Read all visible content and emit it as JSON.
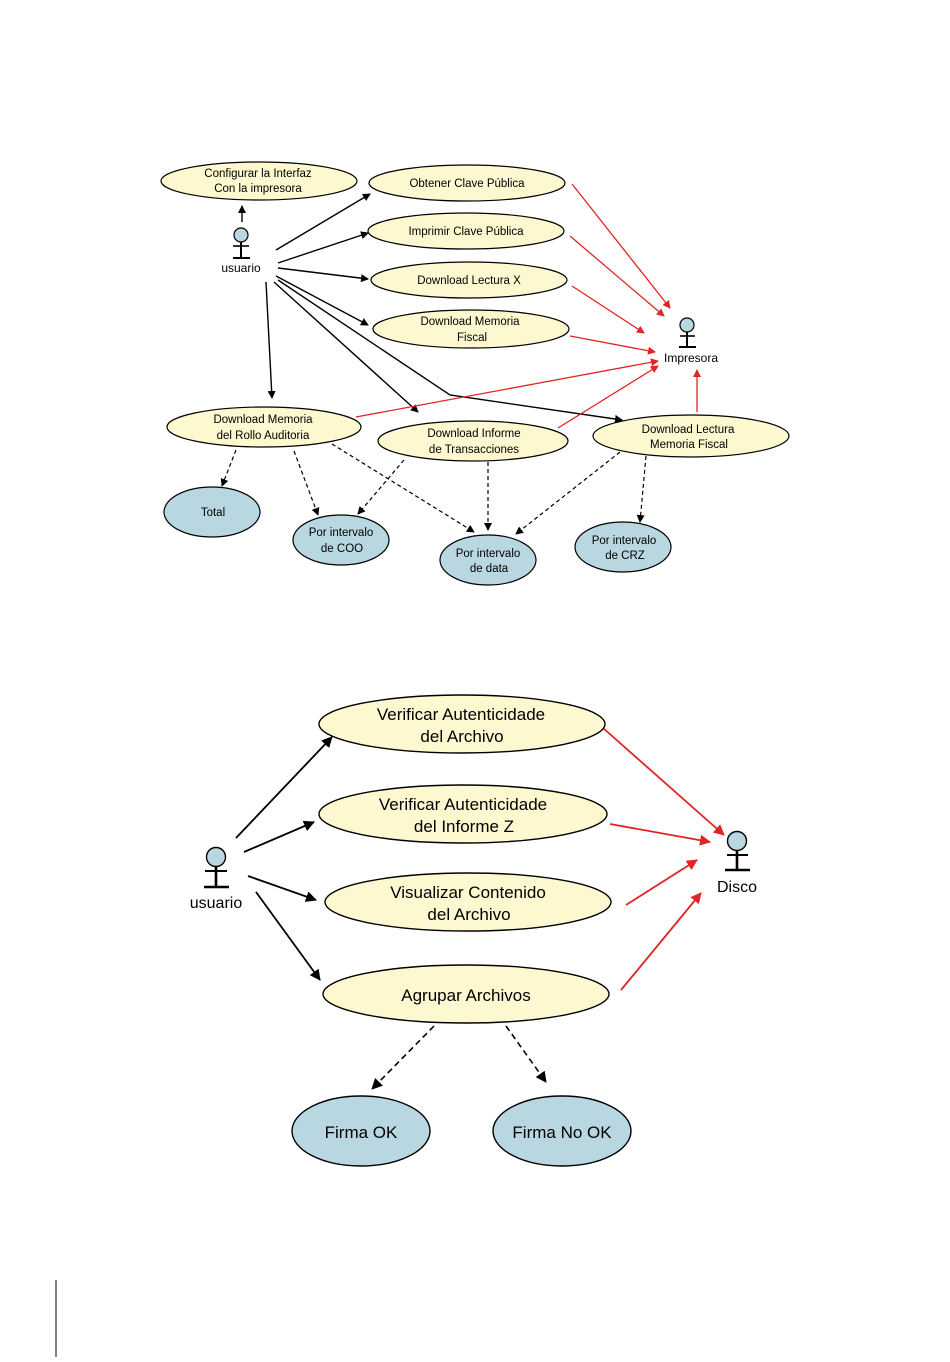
{
  "colors": {
    "use_case_fill": "#fdf8cf",
    "result_fill": "#b9d7e0",
    "actor_head": "#b9d7e0",
    "association": "#000000",
    "actor_link": "#e02424"
  },
  "diagram1": {
    "actors": {
      "usuario": "usuario",
      "impresora": "Impresora"
    },
    "use_cases": {
      "configurar": [
        "Configurar la Interfaz",
        "Con la impresora"
      ],
      "obtener": [
        "Obtener Clave Pública"
      ],
      "imprimir": [
        "Imprimir Clave Pública"
      ],
      "lectura_x": [
        "Download Lectura X"
      ],
      "memoria_fiscal": [
        "Download Memoria",
        "Fiscal"
      ],
      "rollo": [
        "Download Memoria",
        "del Rollo Auditoria"
      ],
      "transacciones": [
        "Download Informe",
        "de Transacciones"
      ],
      "lectura_mf": [
        "Download Lectura",
        "Memoria Fiscal"
      ]
    },
    "results": {
      "total": [
        "Total"
      ],
      "coo": [
        "Por intervalo",
        "de COO"
      ],
      "data": [
        "Por intervalo",
        "de data"
      ],
      "crz": [
        "Por intervalo",
        "de CRZ"
      ]
    }
  },
  "diagram2": {
    "actors": {
      "usuario": "usuario",
      "disco": "Disco"
    },
    "use_cases": {
      "verificar_archivo": [
        "Verificar Autenticidade",
        "del Archivo"
      ],
      "verificar_informe": [
        "Verificar Autenticidade",
        "del Informe Z"
      ],
      "visualizar": [
        "Visualizar Contenido",
        "del Archivo"
      ],
      "agrupar": [
        "Agrupar Archivos"
      ]
    },
    "results": {
      "firma_ok": [
        "Firma OK"
      ],
      "firma_no_ok": [
        "Firma No OK"
      ]
    }
  }
}
